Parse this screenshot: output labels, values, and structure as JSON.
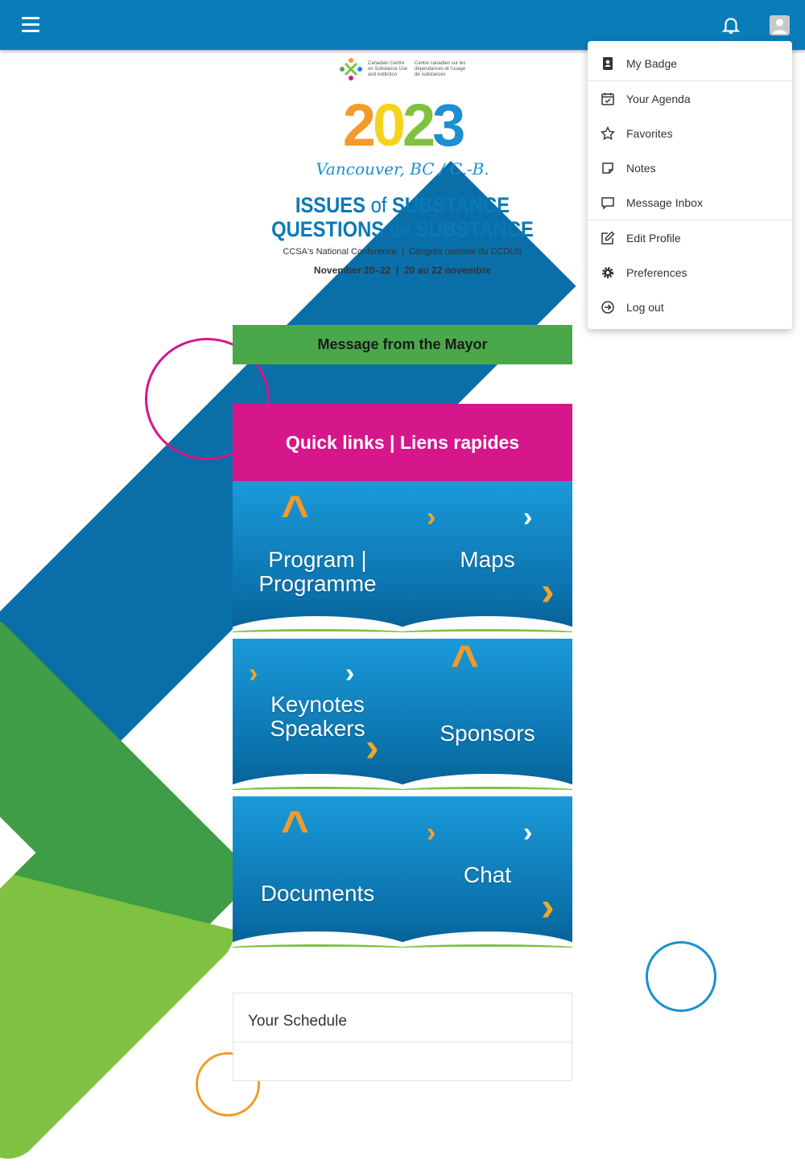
{
  "header": {
    "menu_icon": "hamburger-icon",
    "notifications_icon": "bell-icon",
    "profile_icon": "user-avatar-icon"
  },
  "hero": {
    "org_en": "Canadian Centre on Substance Use and Addiction",
    "org_fr": "Centre canadien sur les dépendances et l'usage de substances",
    "year_parts": [
      "2",
      "0",
      "2",
      "3"
    ],
    "city": "Vancouver, BC / C.-B.",
    "title1_a": "ISSUES",
    "title1_b": "of",
    "title1_c": "SUBSTANCE",
    "title2_a": "QUESTIONS",
    "title2_b": "de",
    "title2_c": "SUBSTANCE",
    "subtitle": "CCSA's National Conference  |  Congrès national du CCDUS",
    "dates": "November 20–22  |  20 au 22 novembre"
  },
  "mayor_button": "Message from the Mayor",
  "quick_links": "Quick links | Liens rapides",
  "tiles": [
    {
      "line1": "Program |",
      "line2": "Programme"
    },
    {
      "line1": "Maps",
      "line2": ""
    },
    {
      "line1": "Keynotes",
      "line2": "Speakers"
    },
    {
      "line1": "Sponsors",
      "line2": ""
    },
    {
      "line1": "Documents",
      "line2": ""
    },
    {
      "line1": "Chat",
      "line2": ""
    }
  ],
  "schedule": {
    "title": "Your Schedule"
  },
  "user_menu": [
    {
      "label": "My Badge",
      "icon": "badge-icon"
    },
    {
      "label": "Your Agenda",
      "icon": "calendar-check-icon"
    },
    {
      "label": "Favorites",
      "icon": "star-icon"
    },
    {
      "label": "Notes",
      "icon": "note-icon"
    },
    {
      "label": "Message Inbox",
      "icon": "message-icon"
    },
    {
      "label": "Edit Profile",
      "icon": "edit-icon"
    },
    {
      "label": "Preferences",
      "icon": "gear-icon"
    },
    {
      "label": "Log out",
      "icon": "logout-icon"
    }
  ],
  "colors": {
    "header": "#0a7cba",
    "mayor": "#4aa84a",
    "quick": "#d6168b"
  }
}
